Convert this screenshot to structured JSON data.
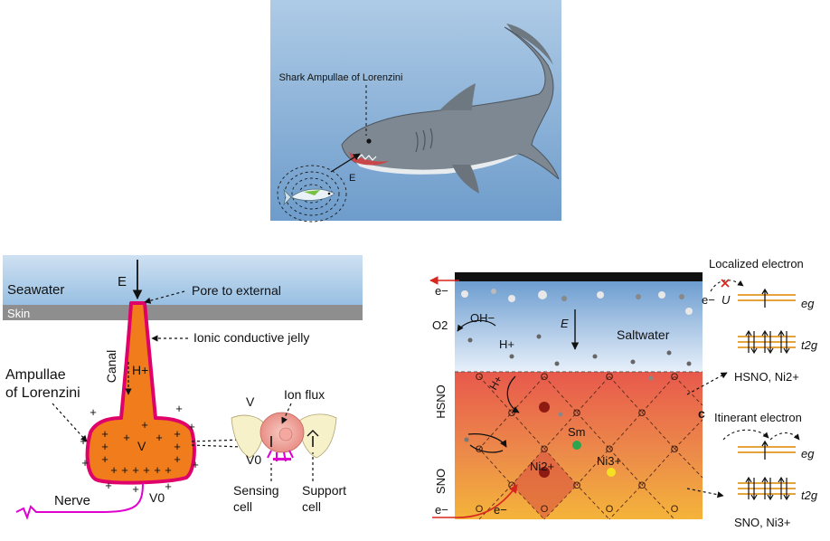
{
  "shark_panel": {
    "label_ampullae": "Shark Ampullae of Lorenzini",
    "label_field": "E"
  },
  "ampulla_panel": {
    "seawater": "Seawater",
    "field": "E",
    "pore": "Pore to external",
    "skin": "Skin",
    "jelly": "Ionic conductive jelly",
    "canal": "Canal",
    "ion": "H+",
    "ampullae_line1": "Ampullae",
    "ampullae_line2": "of Lorenzini",
    "potential_v": "V",
    "potential_v0": "V0",
    "nerve": "Nerve",
    "ion_flux": "Ion flux",
    "cell_v": "V",
    "cell_v0": "V0",
    "sensing_line1": "Sensing",
    "sensing_line2": "cell",
    "support_line1": "Support",
    "support_line2": "cell"
  },
  "sno_panel": {
    "electron_top": "e−",
    "hydroxide": "OH−",
    "oxygen": "O2",
    "proton": "H+",
    "field": "E",
    "saltwater": "Saltwater",
    "hsno": "HSNO",
    "sno": "SNO",
    "h_arrow": "H+",
    "samarium": "Sm",
    "ni2": "Ni2+",
    "ni3": "Ni3+",
    "electron_bottom": "e−",
    "electron_inner": "e−",
    "oxygen_site": "O"
  },
  "orbital_panel": {
    "localized": "Localized electron",
    "electron": "e−",
    "hubbard": "U",
    "eg": "eg",
    "t2g": "t2g",
    "hsno_ni": "HSNO, Ni2+",
    "panel_letter": "c",
    "itinerant": "Itinerant electron",
    "eg2": "eg",
    "t2g2": "t2g",
    "sno_ni": "SNO, Ni3+"
  },
  "colors": {
    "sea_top": "#a9c8e4",
    "sea_bottom": "#5d8fc0",
    "shark_body": "#7d8790",
    "orange": "#f07c1c",
    "pink": "#f2b5ad",
    "magenta": "#e000d0",
    "orbital": "#e8a43c",
    "hsno_red": "#e5564a",
    "sno_orange": "#f2a43a"
  }
}
